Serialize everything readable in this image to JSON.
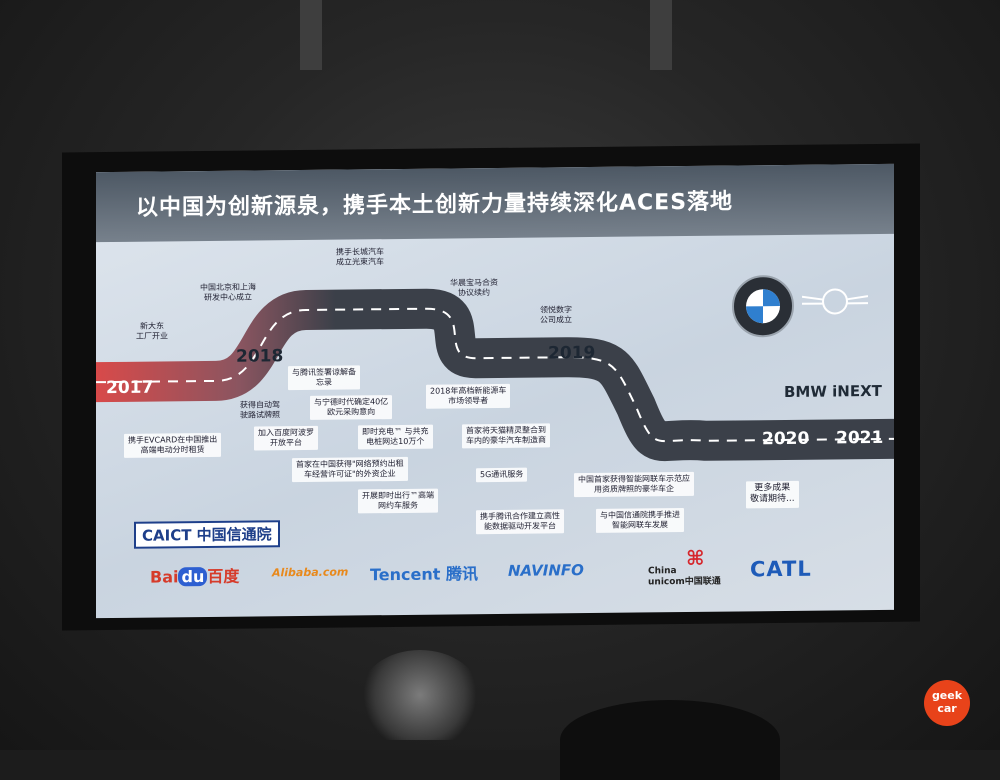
{
  "slide": {
    "title": "以中国为创新源泉，携手本土创新力量持续深化ACES落地",
    "years": [
      "2017",
      "2018",
      "2019",
      "2020",
      "2021"
    ],
    "product": "BMW iNEXT",
    "notes": {
      "n1": "新大东\n工厂开业",
      "n2": "中国北京和上海\n研发中心成立",
      "n3": "携手长城汽车\n成立光束汽车",
      "n4": "华晨宝马合资\n协议续约",
      "n5": "领悦数字\n公司成立",
      "n6": "与腾讯签署谅解备\n忘录",
      "n7": "获得自动驾\n驶路试牌照",
      "n8": "与宁德时代确定40亿\n欧元采购意向",
      "n9": "2018年高档新能源车\n市场领导者",
      "n10": "携手EVCARD在中国推出\n高端电动分时租赁",
      "n11": "加入百度阿波罗\n开放平台",
      "n12": "即时充电™ 与共充\n电桩网达10万个",
      "n13": "首家将天猫精灵整合到\n车内的豪华汽车制造商",
      "n14": "首家在中国获得\"网络预约出租\n车经营许可证\"的外资企业",
      "n15": "5G通讯服务",
      "n16": "中国首家获得智能网联车示范应\n用资质牌照的豪华车企",
      "n17": "更多成果\n敬请期待...",
      "n18": "开展即时出行™高端\n网约车服务",
      "n19": "携手腾讯合作建立高性\n能数据驱动开发平台",
      "n20": "与中国信通院携手推进\n智能网联车发展"
    },
    "partners": {
      "caict": "CAICT 中国信通院",
      "baidu": "Bai",
      "baidu_du": "du",
      "baidu_cn": "百度",
      "alibaba": "Alibaba.com",
      "tencent": "Tencent 腾讯",
      "navinfo": "NAVINFO",
      "unicom": "China\nunicom中国联通",
      "catl": "CATL"
    }
  },
  "watermark": "geek\ncar",
  "colors": {
    "title_band": "#5e6975",
    "road": "#3b4049",
    "start_glow": "#d84a4a",
    "catl": "#1e5bb8",
    "baidu_red": "#d63b2a",
    "baidu_blue": "#2d5fd1"
  }
}
